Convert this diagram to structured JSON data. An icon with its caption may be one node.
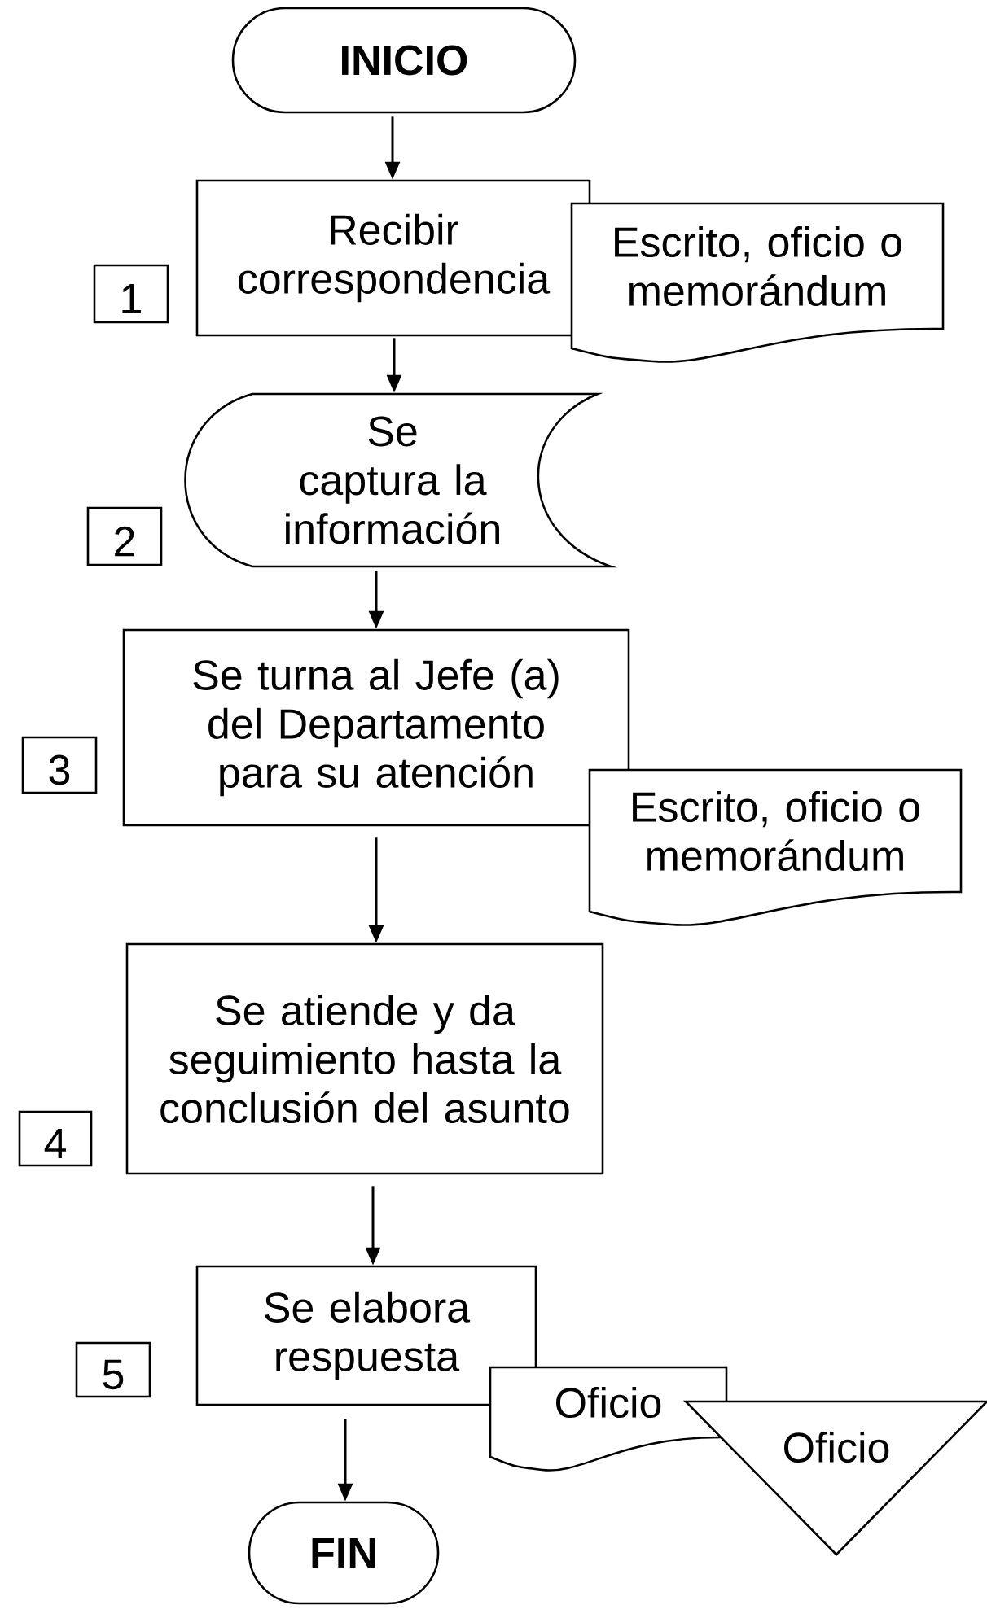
{
  "diagram": {
    "nodes": [
      {
        "text": [
          "INICIO"
        ]
      },
      {
        "text": [
          "Recibir correspondencia"
        ]
      },
      {
        "text": [
          "Escrito, oficio o memorándum"
        ]
      },
      {
        "text": [
          "1"
        ]
      },
      {
        "text": [
          "Se captura la información"
        ]
      },
      {
        "text": [
          "2"
        ]
      },
      {
        "text": [
          "Se turna al Jefe (a) del Departamento para su atención"
        ]
      },
      {
        "text": [
          "3"
        ]
      },
      {
        "text": [
          "Escrito, oficio o memorándum"
        ]
      },
      {
        "text": [
          "Se atiende y da seguimiento hasta la conclusión del asunto"
        ]
      },
      {
        "text": [
          "4"
        ]
      },
      {
        "text": [
          "Se elabora respuesta"
        ]
      },
      {
        "text": [
          "5"
        ]
      },
      {
        "text": [
          "Oficio"
        ]
      },
      {
        "text": [
          "Oficio"
        ]
      },
      {
        "text": [
          "FIN"
        ]
      }
    ],
    "edges": [
      {
        "from": 0,
        "to": 1,
        "arrow": "to"
      },
      {
        "from": 1,
        "to": 4,
        "arrow": "to"
      },
      {
        "from": 4,
        "to": 6,
        "arrow": "to"
      },
      {
        "from": 6,
        "to": 9,
        "arrow": "to"
      },
      {
        "from": 9,
        "to": 11,
        "arrow": "to"
      },
      {
        "from": 11,
        "to": 15,
        "arrow": "to"
      }
    ]
  }
}
